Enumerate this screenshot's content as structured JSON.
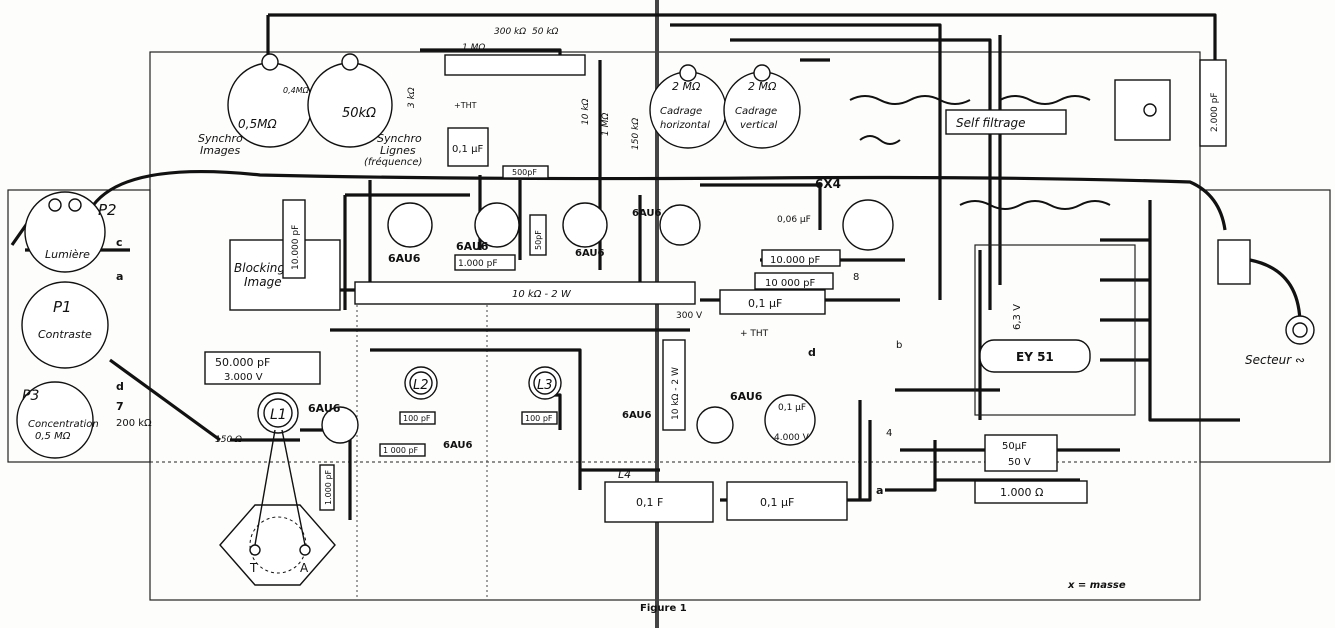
{
  "figure": {
    "caption": "Figure 1",
    "legend": "x = masse"
  },
  "controls": [
    {
      "id": "P1",
      "name": "Contraste"
    },
    {
      "id": "P2",
      "name": "Lumière"
    },
    {
      "id": "P3",
      "name": "Concentration",
      "value": "0,5 MΩ"
    }
  ],
  "pots_top": [
    {
      "value": "0,5MΩ",
      "label1": "Synchro",
      "label2": "Images",
      "small": "0,4MΩ"
    },
    {
      "value": "50kΩ",
      "label1": "Synchro",
      "label2": "Lignes",
      "label3": "(fréquence)"
    },
    {
      "value": "2 MΩ",
      "label1": "Cadrage",
      "label2": "horizontal"
    },
    {
      "value": "2 MΩ",
      "label1": "Cadrage",
      "label2": "vertical"
    }
  ],
  "resistors_top": [
    "1 MΩ",
    "300 kΩ",
    "50 kΩ",
    "3 kΩ",
    "10 kΩ",
    "1 MΩ",
    "150 kΩ"
  ],
  "tubes": [
    "6AU6",
    "6AU6",
    "6AU6",
    "6AU6",
    "6AU6",
    "6AU6",
    "6X4",
    "EY 51"
  ],
  "coils": [
    "L1",
    "L2",
    "L3",
    "L4"
  ],
  "blocking": {
    "label1": "Blocking",
    "label2": "Image"
  },
  "self_filtrage": "Self filtrage",
  "secteur": "Secteur ∾",
  "capacitors": [
    {
      "v": "0,1 μF"
    },
    {
      "v": "500pF"
    },
    {
      "v": "10.000 pF"
    },
    {
      "v": "1.000 pF"
    },
    {
      "v": "50pF"
    },
    {
      "v": "10.000 pF"
    },
    {
      "v": "10 000 pF"
    },
    {
      "v": "0,1 μF"
    },
    {
      "v": "50.000 pF",
      "v2": "3.000 V"
    },
    {
      "v": "100 pF"
    },
    {
      "v": "1 000 pF"
    },
    {
      "v": "100 pF"
    },
    {
      "v": "1.000 pF"
    },
    {
      "v": "0,1 F"
    },
    {
      "v": "0,1 μF"
    },
    {
      "v": "0,1 μF",
      "v2": "4.000 V"
    },
    {
      "v": "0,06 μF"
    },
    {
      "v": "2.000 pF"
    },
    {
      "v": "50μF",
      "v2": "50 V"
    },
    {
      "v": "1.000 Ω"
    }
  ],
  "misc_labels": [
    "+THT",
    "+ THT",
    "300 V",
    "10 kΩ - 2 W",
    "10 kΩ - 2 W",
    "150 Ω",
    "200 kΩ",
    "6,3 V",
    "T",
    "A",
    "a",
    "b",
    "c",
    "d",
    "7",
    "8",
    "4"
  ]
}
